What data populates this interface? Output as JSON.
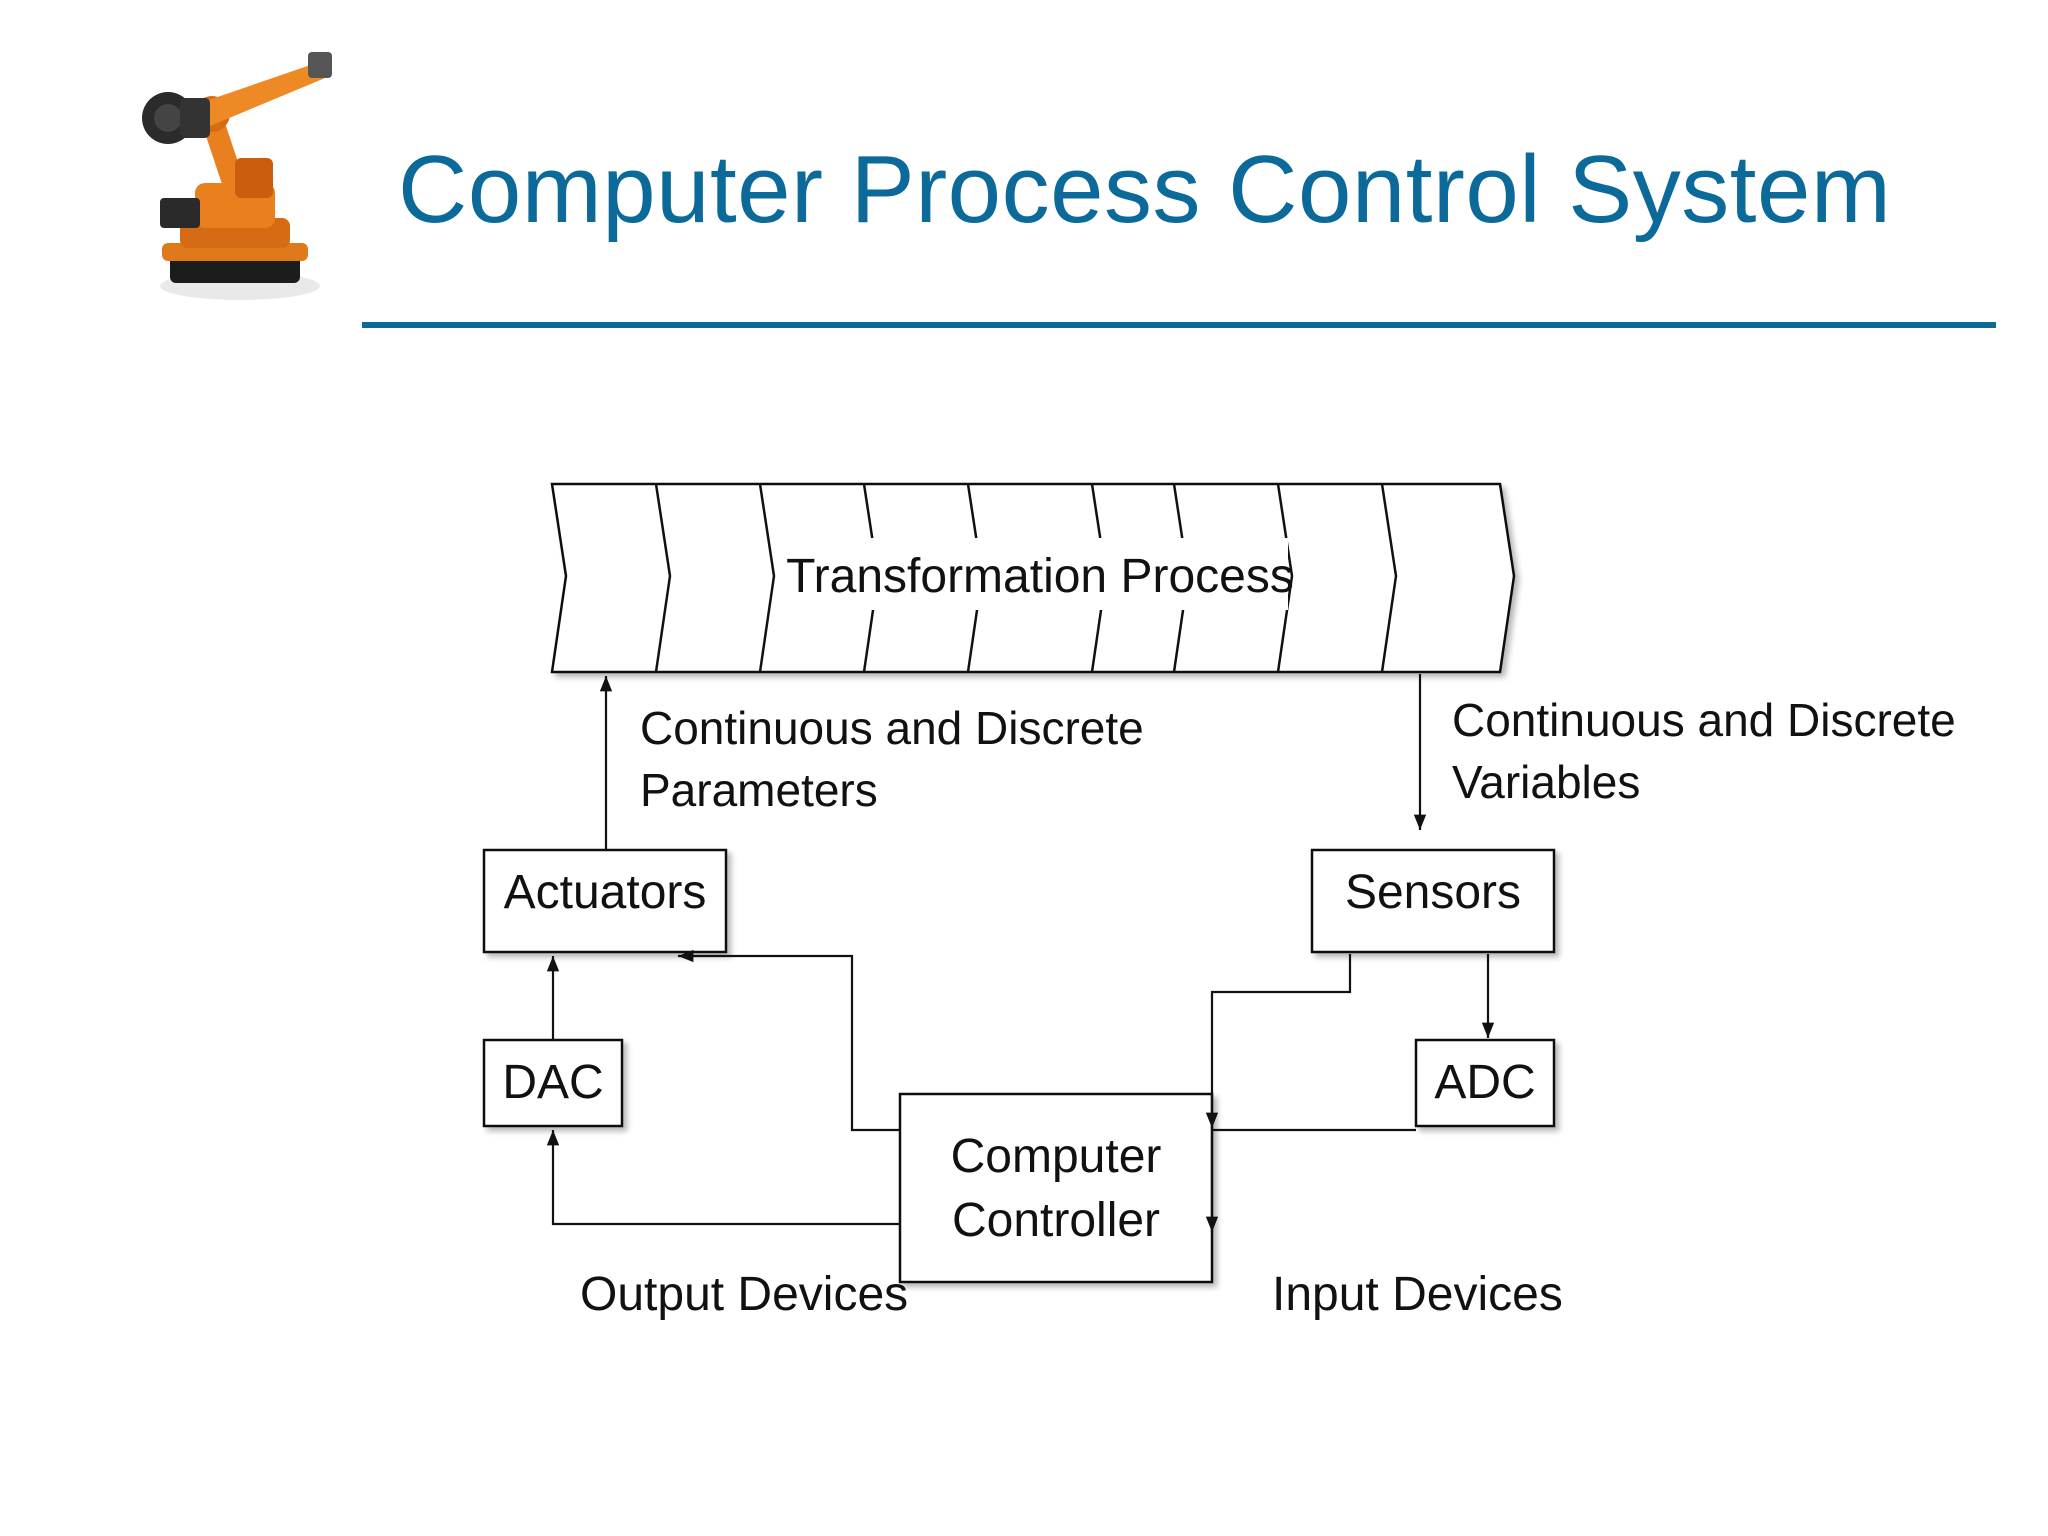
{
  "slide": {
    "title": "Computer Process Control System",
    "accent_color": "#0b6a9a"
  },
  "logo": {
    "icon": "industrial-robot-arm-icon"
  },
  "diagram": {
    "process_label": "Transformation Process",
    "parameters_label_line1": "Continuous and Discrete",
    "parameters_label_line2": "Parameters",
    "variables_label_line1": "Continuous and Discrete",
    "variables_label_line2": "Variables",
    "actuators": "Actuators",
    "sensors": "Sensors",
    "dac": "DAC",
    "adc": "ADC",
    "controller_line1": "Computer",
    "controller_line2": "Controller",
    "output_devices": "Output Devices",
    "input_devices": "Input Devices"
  }
}
